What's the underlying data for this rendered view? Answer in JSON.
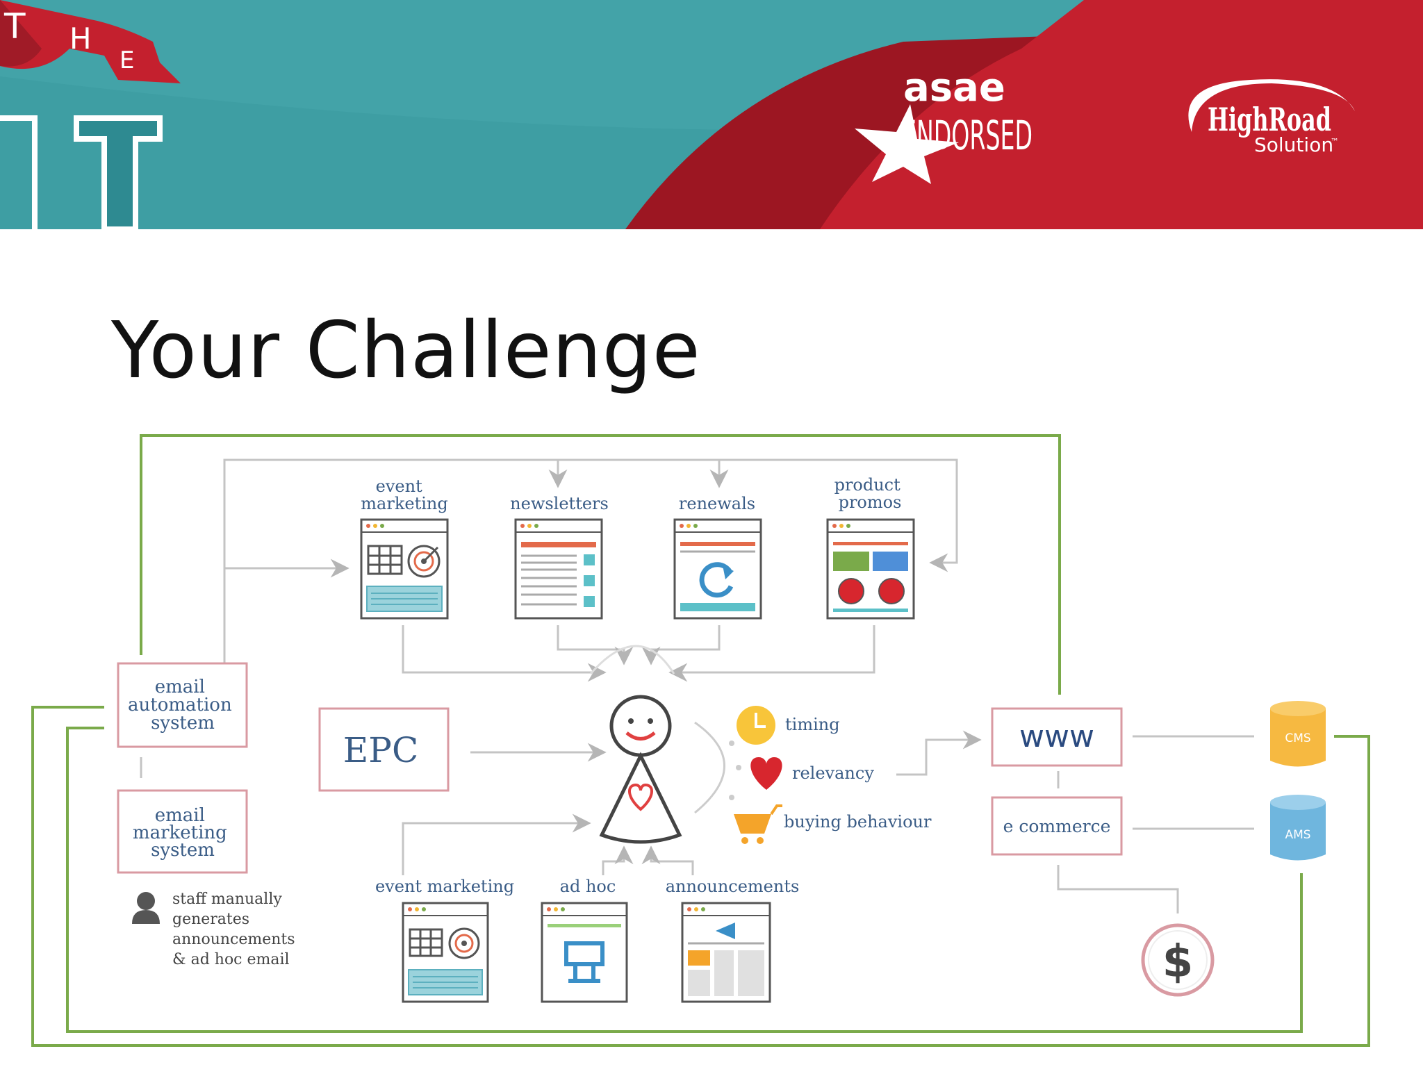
{
  "banner": {
    "flag_letters": [
      "T",
      "H",
      "E"
    ],
    "badge_asae": "asae",
    "badge_endorsed": "ENDORSED",
    "brand_name": "HighRoad",
    "brand_sub": "Solution",
    "brand_tm": "™",
    "colors": {
      "teal": "#3e9ea3",
      "red": "#c4202e",
      "dark_red": "#9c1622"
    }
  },
  "slide": {
    "title": "Your Challenge"
  },
  "diagram": {
    "top_channels": [
      {
        "label_lines": [
          "event",
          "marketing"
        ],
        "icon": "calendar-target-icon"
      },
      {
        "label_lines": [
          "newsletters"
        ],
        "icon": "newsletter-layout-icon"
      },
      {
        "label_lines": [
          "renewals"
        ],
        "icon": "refresh-icon"
      },
      {
        "label_lines": [
          "product",
          "promos"
        ],
        "icon": "sale-badge-icon"
      }
    ],
    "bottom_channels": [
      {
        "label": "event  marketing",
        "icon": "calendar-target-icon"
      },
      {
        "label": "ad hoc",
        "icon": "billboard-icon"
      },
      {
        "label": "announcements",
        "icon": "megaphone-icon"
      }
    ],
    "left_systems": {
      "automation_lines": [
        "email",
        "automation",
        "system"
      ],
      "marketing_lines": [
        "email",
        "marketing",
        "system"
      ],
      "staff_note_lines": [
        "staff manually",
        "generates",
        "announcements",
        "& ad hoc email"
      ]
    },
    "epc_label": "EPC",
    "factors": [
      {
        "label": "timing",
        "icon": "clock-icon"
      },
      {
        "label": "relevancy",
        "icon": "heart-icon"
      },
      {
        "label": "buying behaviour",
        "icon": "cart-icon"
      }
    ],
    "right_systems": {
      "www": "www",
      "ecommerce": "e commerce",
      "cms": "CMS",
      "ams": "AMS",
      "dollar": "$"
    },
    "colors": {
      "green": "#7aaa4a",
      "pink": "#d99aa2",
      "blue": "#3a5c86",
      "grey": "#bbbbbb"
    }
  }
}
